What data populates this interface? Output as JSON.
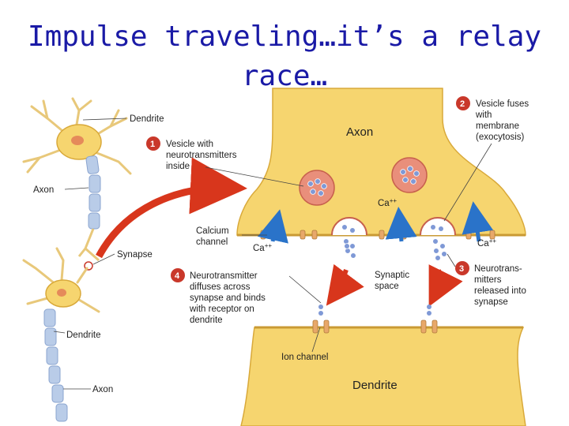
{
  "slide": {
    "title_line1": "Impulse traveling…it’s a relay",
    "title_line2": "race…"
  },
  "diagram": {
    "colors": {
      "neuron_fill": "#f6d56f",
      "neuron_edge": "#d9a93a",
      "myelin": "#b9cce8",
      "vesicle_fill": "#e98f7b",
      "vesicle_dots": "#7f99d6",
      "arrow_red": "#d8361c",
      "arrow_blue": "#2a73c9",
      "step_badge": "#c9382a"
    },
    "labels": {
      "dendrite_top": "Dendrite",
      "axon_left": "Axon",
      "synapse": "Synapse",
      "dendrite_bottom": "Dendrite",
      "axon_bottom": "Axon",
      "axon_terminal": "Axon",
      "dendrite_post": "Dendrite",
      "ca_upper": "Ca",
      "ca_upper_sup": "++",
      "calcium_channel_1": "Calcium",
      "calcium_channel_2": "channel",
      "ca_left": "Ca",
      "ca_left_sup": "++",
      "ca_right": "Ca",
      "ca_right_sup": "++",
      "synaptic_space_1": "Synaptic",
      "synaptic_space_2": "space",
      "ion_channel": "Ion channel"
    },
    "steps": [
      {
        "number": "1",
        "lines": [
          "Vesicle with",
          "neurotransmitters",
          "inside"
        ]
      },
      {
        "number": "2",
        "lines": [
          "Vesicle fuses",
          "with",
          "membrane",
          "(exocytosis)"
        ]
      },
      {
        "number": "3",
        "lines": [
          "Neurotrans-",
          "mitters",
          "released into",
          "synapse"
        ]
      },
      {
        "number": "4",
        "lines": [
          "Neurotransmitter",
          "diffuses across",
          "synapse and binds",
          "with receptor on",
          "dendrite"
        ]
      }
    ]
  }
}
